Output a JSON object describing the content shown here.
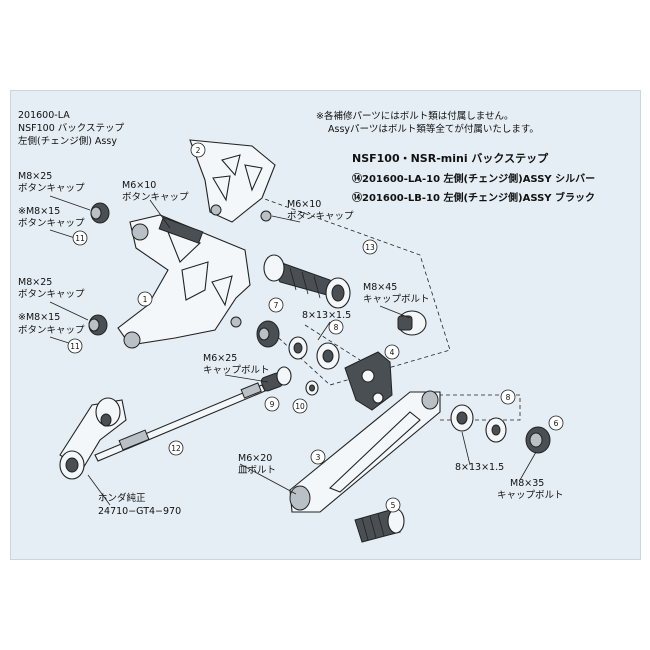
{
  "part_info": {
    "part_no": "201600-LA",
    "model": "NSF100 バックステップ",
    "side": "左側(チェンジ側) Assy"
  },
  "notes": [
    "※各補修パーツにはボルト類は付属しません。",
    "Assyパーツはボルト類等全てが付属いたします。"
  ],
  "product_title": "NSF100・NSR-mini バックステップ",
  "variants": [
    {
      "marker": "⑭",
      "text": "201600-LA-10 左側(チェンジ側)ASSY シルバー"
    },
    {
      "marker": "⑭",
      "text": "201600-LB-10 左側(チェンジ側)ASSY ブラック"
    }
  ],
  "labels": {
    "m8x25_top": [
      "M8×25",
      "ボタンキャップ"
    ],
    "m8x15_top": [
      "※M8×15",
      "ボタンキャップ"
    ],
    "m6x10_a": [
      "M6×10",
      "ボタンキャップ"
    ],
    "m6x10_b": [
      "M6×10",
      "ボタンキャップ"
    ],
    "m8x25_bot": [
      "M8×25",
      "ボタンキャップ"
    ],
    "m8x15_bot": [
      "※M8×15",
      "ボタンキャップ"
    ],
    "m8x45": [
      "M8×45",
      "キャップボルト"
    ],
    "washer_a": "8×13×1.5",
    "m6x25": [
      "M6×25",
      "キャップボルト"
    ],
    "m6x20": [
      "M6×20",
      "皿ボルト"
    ],
    "honda": [
      "ホンダ純正",
      "24710−GT4−970"
    ],
    "washer_b": "8×13×1.5",
    "m8x35": [
      "M8×35",
      "キャップボルト"
    ]
  },
  "callouts": [
    "1",
    "2",
    "3",
    "4",
    "5",
    "6",
    "7",
    "8",
    "9",
    "10",
    "11",
    "12",
    "13"
  ]
}
